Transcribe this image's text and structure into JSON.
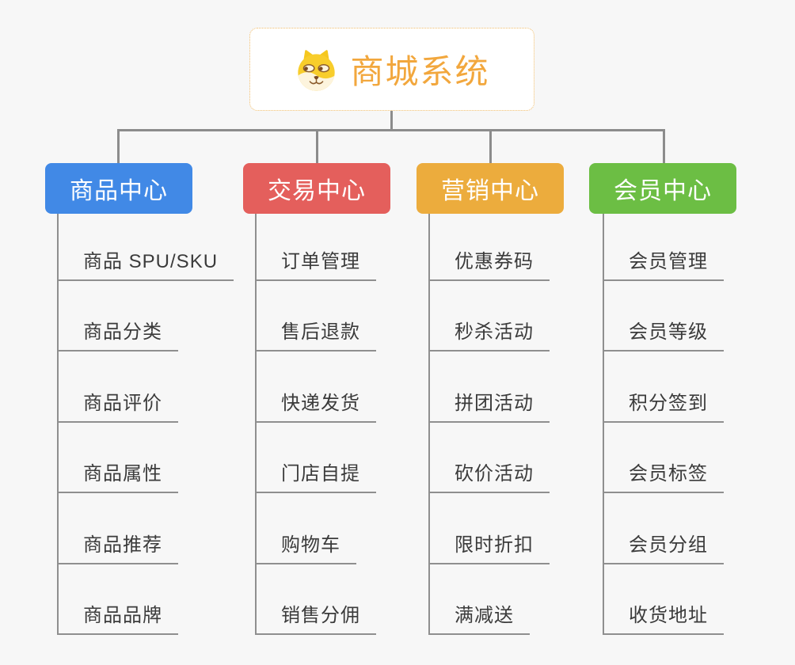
{
  "root": {
    "title": "商城系统",
    "icon": "dog-face-icon",
    "title_color": "#f2a73d",
    "border_color": "#f0bc6a"
  },
  "connector_color": "#8c8c8c",
  "background_color": "#f7f7f7",
  "leaf_text_color": "#3b3b3b",
  "branches": [
    {
      "label": "商品中心",
      "color": "#4189e6",
      "items": [
        "商品 SPU/SKU",
        "商品分类",
        "商品评价",
        "商品属性",
        "商品推荐",
        "商品品牌"
      ]
    },
    {
      "label": "交易中心",
      "color": "#e45f5c",
      "items": [
        "订单管理",
        "售后退款",
        "快递发货",
        "门店自提",
        "购物车",
        "销售分佣"
      ]
    },
    {
      "label": "营销中心",
      "color": "#ecac3d",
      "items": [
        "优惠券码",
        "秒杀活动",
        "拼团活动",
        "砍价活动",
        "限时折扣",
        "满减送"
      ]
    },
    {
      "label": "会员中心",
      "color": "#6cbe44",
      "items": [
        "会员管理",
        "会员等级",
        "积分签到",
        "会员标签",
        "会员分组",
        "收货地址"
      ]
    }
  ]
}
